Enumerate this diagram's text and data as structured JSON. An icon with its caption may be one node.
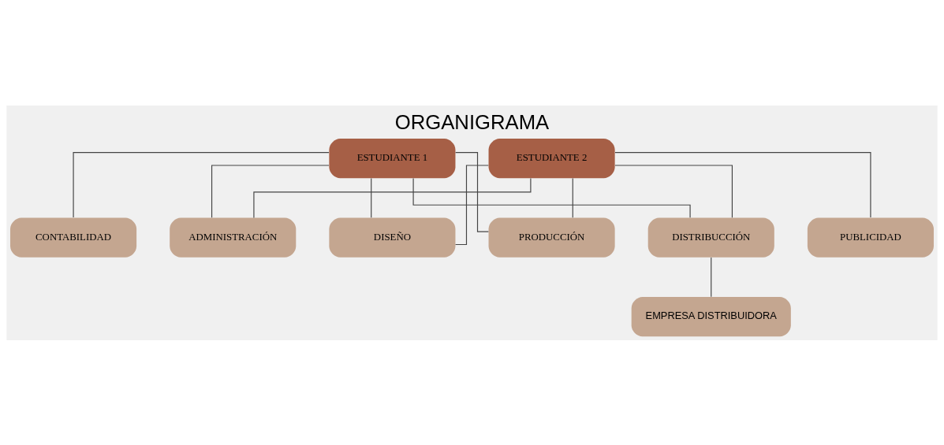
{
  "diagram": {
    "title": "ORGANIGRAMA",
    "nodes": [
      {
        "text": [
          "ESTUDIANTE 1"
        ]
      },
      {
        "text": [
          "ESTUDIANTE 2"
        ]
      },
      {
        "text": [
          "CONTABILIDAD"
        ]
      },
      {
        "text": [
          "PUBLICIDAD"
        ]
      },
      {
        "text": [
          "ADMINISTRACIÓN"
        ]
      },
      {
        "text": [
          "DISEÑO"
        ]
      },
      {
        "text": [
          "PRODUCCIÓN"
        ]
      },
      {
        "text": [
          "DISTRIBUCCIÓN"
        ]
      },
      {
        "text": [
          "EMPRESA DISTRIBUIDORA"
        ]
      }
    ],
    "edges": [
      {
        "from": 0,
        "to": 2,
        "arrow": "none"
      },
      {
        "from": 1,
        "to": 3,
        "arrow": "none"
      },
      {
        "from": 0,
        "to": 4,
        "arrow": "none"
      },
      {
        "from": 0,
        "to": 5,
        "arrow": "none"
      },
      {
        "from": 0,
        "to": 6,
        "arrow": "none"
      },
      {
        "from": 0,
        "to": 7,
        "arrow": "none"
      },
      {
        "from": 1,
        "to": 4,
        "arrow": "none"
      },
      {
        "from": 1,
        "to": 5,
        "arrow": "none"
      },
      {
        "from": 1,
        "to": 6,
        "arrow": "none"
      },
      {
        "from": 1,
        "to": 7,
        "arrow": "none"
      },
      {
        "from": 7,
        "to": 8,
        "arrow": "none"
      }
    ]
  }
}
